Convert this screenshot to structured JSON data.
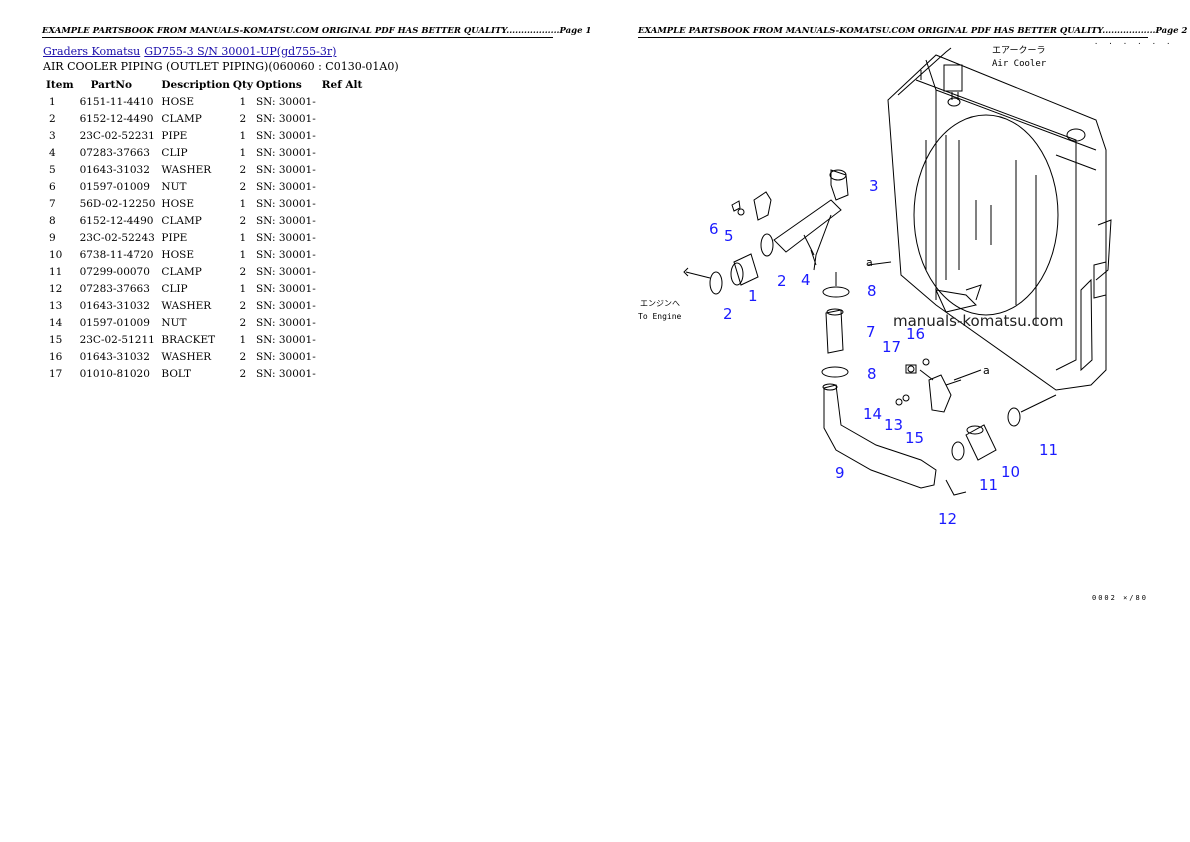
{
  "header": {
    "left": "EXAMPLE PARTSBOOK FROM MANUALS-KOMATSU.COM ORIGINAL PDF HAS BETTER QUALITY..................Page 1",
    "right": "EXAMPLE PARTSBOOK FROM MANUALS-KOMATSU.COM ORIGINAL PDF HAS BETTER QUALITY..................Page 2"
  },
  "breadcrumb": {
    "link1": "Graders Komatsu",
    "link2": "GD755-3 S/N 30001-UP(gd755-3r)"
  },
  "subtitle": "AIR COOLER PIPING (OUTLET PIPING)(060060 : C0130-01A0)",
  "table": {
    "headers": [
      "Item",
      "PartNo",
      "Description",
      "Qty",
      "Options",
      "Ref Alt"
    ],
    "rows": [
      [
        "1",
        "6151-11-4410",
        "HOSE",
        "1",
        "SN: 30001-",
        ""
      ],
      [
        "2",
        "6152-12-4490",
        "CLAMP",
        "2",
        "SN: 30001-",
        ""
      ],
      [
        "3",
        "23C-02-52231",
        "PIPE",
        "1",
        "SN: 30001-",
        ""
      ],
      [
        "4",
        "07283-37663",
        "CLIP",
        "1",
        "SN: 30001-",
        ""
      ],
      [
        "5",
        "01643-31032",
        "WASHER",
        "2",
        "SN: 30001-",
        ""
      ],
      [
        "6",
        "01597-01009",
        "NUT",
        "2",
        "SN: 30001-",
        ""
      ],
      [
        "7",
        "56D-02-12250",
        "HOSE",
        "1",
        "SN: 30001-",
        ""
      ],
      [
        "8",
        "6152-12-4490",
        "CLAMP",
        "2",
        "SN: 30001-",
        ""
      ],
      [
        "9",
        "23C-02-52243",
        "PIPE",
        "1",
        "SN: 30001-",
        ""
      ],
      [
        "10",
        "6738-11-4720",
        "HOSE",
        "1",
        "SN: 30001-",
        ""
      ],
      [
        "11",
        "07299-00070",
        "CLAMP",
        "2",
        "SN: 30001-",
        ""
      ],
      [
        "12",
        "07283-37663",
        "CLIP",
        "1",
        "SN: 30001-",
        ""
      ],
      [
        "13",
        "01643-31032",
        "WASHER",
        "2",
        "SN: 30001-",
        ""
      ],
      [
        "14",
        "01597-01009",
        "NUT",
        "2",
        "SN: 30001-",
        ""
      ],
      [
        "15",
        "23C-02-51211",
        "BRACKET",
        "1",
        "SN: 30001-",
        ""
      ],
      [
        "16",
        "01643-31032",
        "WASHER",
        "2",
        "SN: 30001-",
        ""
      ],
      [
        "17",
        "01010-81020",
        "BOLT",
        "2",
        "SN: 30001-",
        ""
      ]
    ]
  },
  "diagram": {
    "jp_air_cooler": "エアークーラ",
    "air_cooler": "Air Cooler",
    "jp_to_engine": "エンジンへ",
    "to_engine": "To Engine",
    "watermark": "manuals-komatsu.com",
    "callout_a": "a",
    "code_top": "· · · · · ·",
    "code_bottom": "0002 ×/80",
    "callouts": [
      "1",
      "2",
      "2",
      "3",
      "4",
      "5",
      "6",
      "7",
      "8",
      "8",
      "9",
      "10",
      "11",
      "11",
      "12",
      "13",
      "14",
      "15",
      "16",
      "17"
    ]
  },
  "colors": {
    "callout": "#1a1aff",
    "link": "#1a0dab"
  }
}
